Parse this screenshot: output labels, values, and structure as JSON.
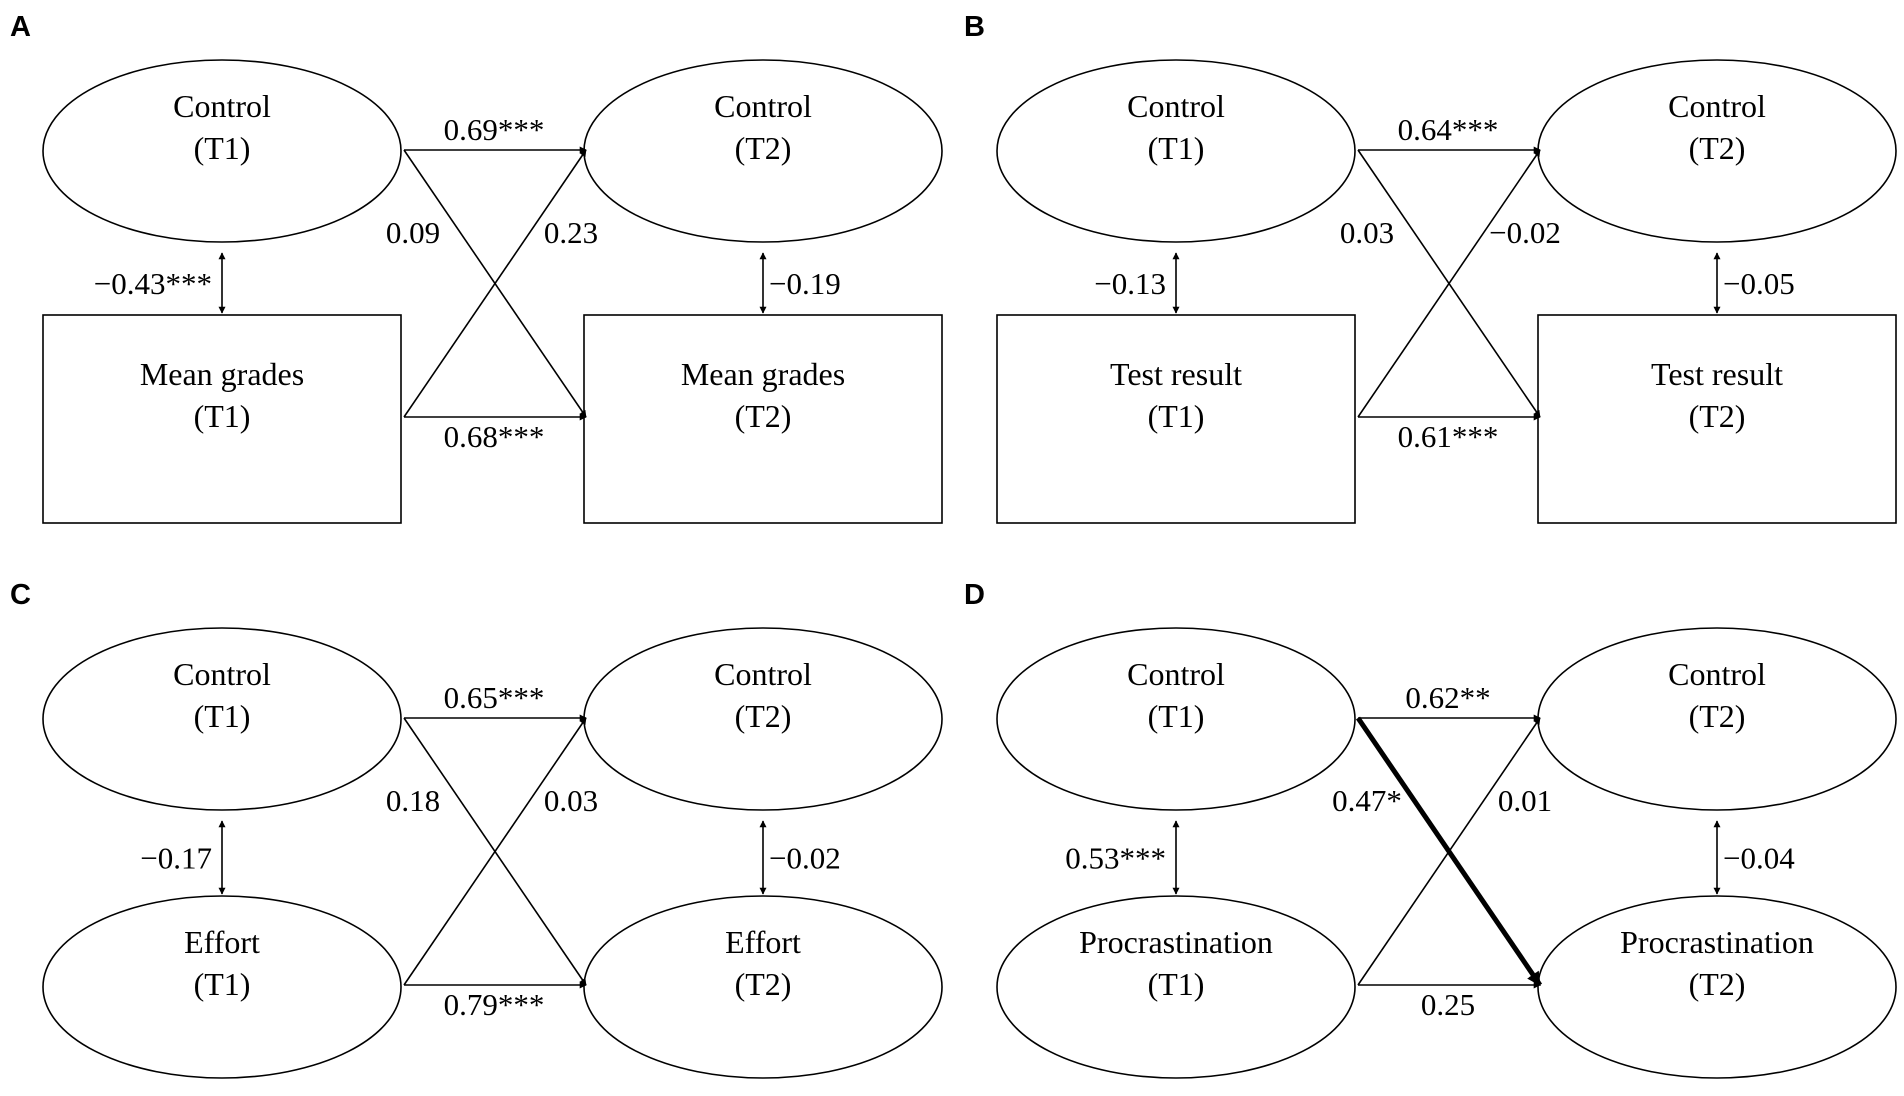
{
  "panels": [
    {
      "letter": "A",
      "nodes": {
        "top_left": {
          "shape": "ellipse",
          "name": "Control",
          "time": "(T1)"
        },
        "top_right": {
          "shape": "ellipse",
          "name": "Control",
          "time": "(T2)"
        },
        "bottom_left": {
          "shape": "rect",
          "name": "Mean grades",
          "time": "(T1)"
        },
        "bottom_right": {
          "shape": "rect",
          "name": "Mean grades",
          "time": "(T2)"
        }
      },
      "paths": {
        "top_stability": "0.69***",
        "bottom_stability": "0.68***",
        "cross_top_to_bottom": "0.09",
        "cross_bottom_to_top": "0.23",
        "cov_t1": "−0.43***",
        "cov_t2": "−0.19"
      },
      "bold_path": null
    },
    {
      "letter": "B",
      "nodes": {
        "top_left": {
          "shape": "ellipse",
          "name": "Control",
          "time": "(T1)"
        },
        "top_right": {
          "shape": "ellipse",
          "name": "Control",
          "time": "(T2)"
        },
        "bottom_left": {
          "shape": "rect",
          "name": "Test result",
          "time": "(T1)"
        },
        "bottom_right": {
          "shape": "rect",
          "name": "Test result",
          "time": "(T2)"
        }
      },
      "paths": {
        "top_stability": "0.64***",
        "bottom_stability": "0.61***",
        "cross_top_to_bottom": "0.03",
        "cross_bottom_to_top": "−0.02",
        "cov_t1": "−0.13",
        "cov_t2": "−0.05"
      },
      "bold_path": null
    },
    {
      "letter": "C",
      "nodes": {
        "top_left": {
          "shape": "ellipse",
          "name": "Control",
          "time": "(T1)"
        },
        "top_right": {
          "shape": "ellipse",
          "name": "Control",
          "time": "(T2)"
        },
        "bottom_left": {
          "shape": "ellipse",
          "name": "Effort",
          "time": "(T1)"
        },
        "bottom_right": {
          "shape": "ellipse",
          "name": "Effort",
          "time": "(T2)"
        }
      },
      "paths": {
        "top_stability": "0.65***",
        "bottom_stability": "0.79***",
        "cross_top_to_bottom": "0.18",
        "cross_bottom_to_top": "0.03",
        "cov_t1": "−0.17",
        "cov_t2": "−0.02"
      },
      "bold_path": null
    },
    {
      "letter": "D",
      "nodes": {
        "top_left": {
          "shape": "ellipse",
          "name": "Control",
          "time": "(T1)"
        },
        "top_right": {
          "shape": "ellipse",
          "name": "Control",
          "time": "(T2)"
        },
        "bottom_left": {
          "shape": "ellipse",
          "name": "Procrastination",
          "time": "(T1)"
        },
        "bottom_right": {
          "shape": "ellipse",
          "name": "Procrastination",
          "time": "(T2)"
        }
      },
      "paths": {
        "top_stability": "0.62**",
        "bottom_stability": "0.25",
        "cross_top_to_bottom": "0.47*",
        "cross_bottom_to_top": "0.01",
        "cov_t1": "0.53***",
        "cov_t2": "−0.04"
      },
      "bold_path": "cross_top_to_bottom"
    }
  ]
}
